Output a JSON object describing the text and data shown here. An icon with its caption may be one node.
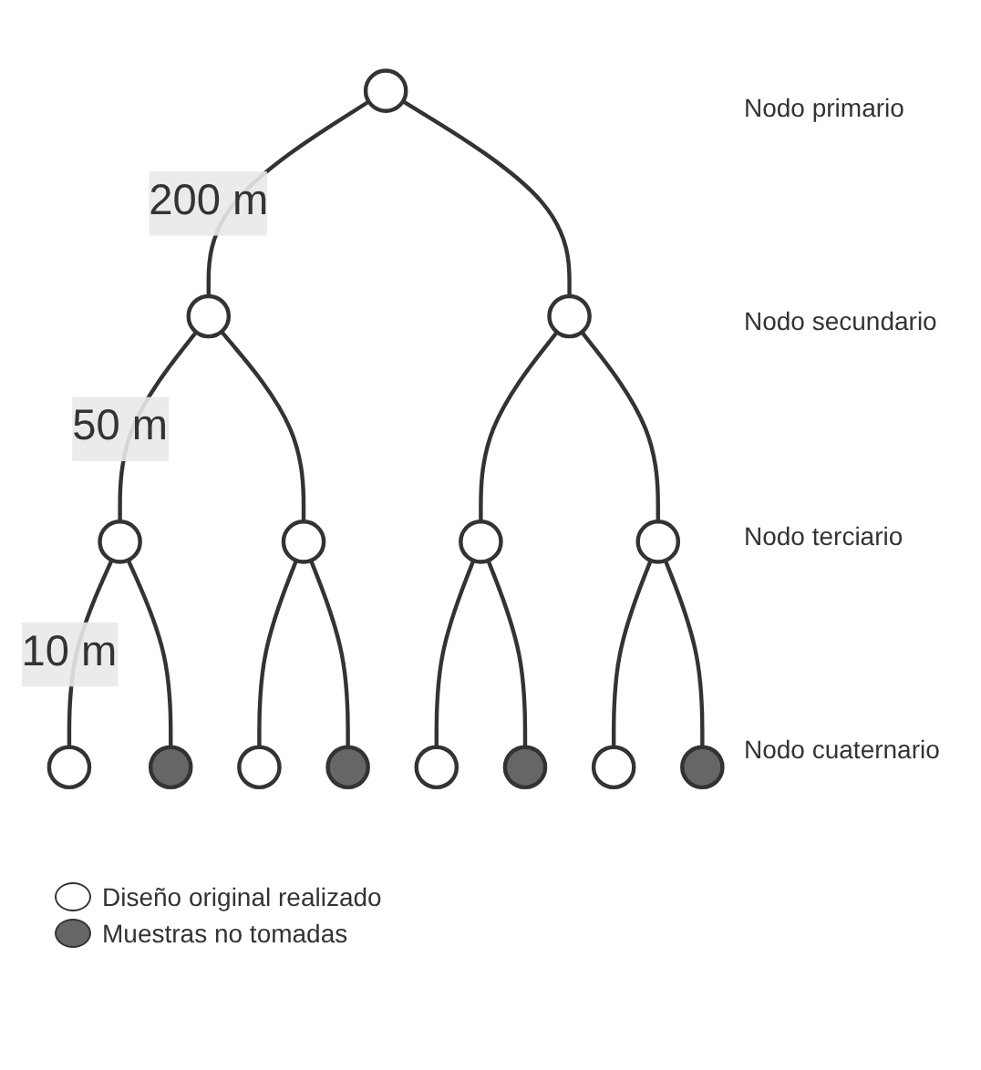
{
  "diagram": {
    "nodes": [
      {
        "text": [],
        "shape": "circle"
      },
      {
        "text": [],
        "shape": "circle"
      },
      {
        "text": [],
        "shape": "circle"
      },
      {
        "text": [],
        "shape": "circle"
      },
      {
        "text": [],
        "shape": "circle"
      },
      {
        "text": [],
        "shape": "circle"
      },
      {
        "text": [],
        "shape": "circle"
      },
      {
        "text": [],
        "shape": "circle"
      },
      {
        "text": [],
        "shape": "circle"
      },
      {
        "text": [],
        "shape": "circle"
      },
      {
        "text": [],
        "shape": "circle"
      },
      {
        "text": [],
        "shape": "circle"
      },
      {
        "text": [],
        "shape": "circle"
      },
      {
        "text": [],
        "shape": "circle"
      },
      {
        "text": [],
        "shape": "circle"
      }
    ],
    "edges": [
      {
        "from": 0,
        "to": 1,
        "arrow": "none",
        "label": "200 m"
      },
      {
        "from": 0,
        "to": 2,
        "arrow": "none"
      },
      {
        "from": 1,
        "to": 3,
        "arrow": "none",
        "label": "50 m"
      },
      {
        "from": 1,
        "to": 4,
        "arrow": "none"
      },
      {
        "from": 2,
        "to": 5,
        "arrow": "none"
      },
      {
        "from": 2,
        "to": 6,
        "arrow": "none"
      },
      {
        "from": 3,
        "to": 7,
        "arrow": "none",
        "label": "10 m"
      },
      {
        "from": 3,
        "to": 8,
        "arrow": "none"
      },
      {
        "from": 4,
        "to": 9,
        "arrow": "none"
      },
      {
        "from": 4,
        "to": 10,
        "arrow": "none"
      },
      {
        "from": 5,
        "to": 11,
        "arrow": "none"
      },
      {
        "from": 5,
        "to": 12,
        "arrow": "none"
      },
      {
        "from": 6,
        "to": 13,
        "arrow": "none"
      },
      {
        "from": 6,
        "to": 14,
        "arrow": "none"
      }
    ],
    "labels": [
      "Nodo primario",
      "Nodo secundario",
      "Nodo terciario",
      "Nodo cuaternario"
    ],
    "legend": [
      {
        "text": "Diseño original realizado",
        "color": "#ffffff"
      },
      {
        "text": "Muestras no tomadas",
        "color": "#666666"
      }
    ]
  }
}
